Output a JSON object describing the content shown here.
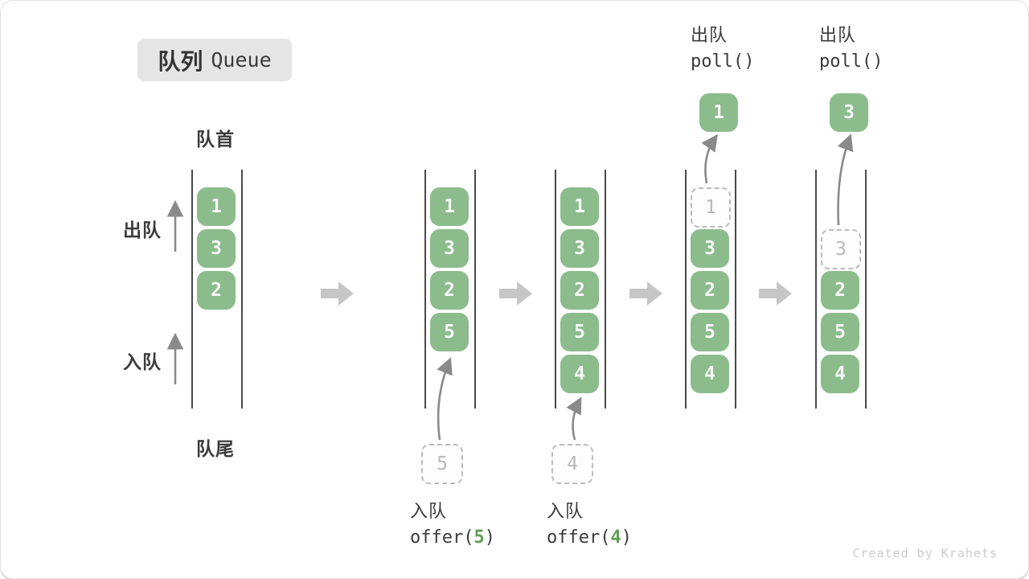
{
  "title": {
    "zh": "队列",
    "en": "Queue"
  },
  "labels": {
    "front": "队首",
    "rear": "队尾",
    "dequeue_side": "出队",
    "enqueue_side": "入队"
  },
  "operations": {
    "offer5": {
      "label": "入队",
      "code_parts": [
        "offer(",
        "5",
        ")"
      ]
    },
    "offer4": {
      "label": "入队",
      "code_parts": [
        "offer(",
        "4",
        ")"
      ]
    },
    "poll1": {
      "label": "出队",
      "code": "poll()"
    },
    "poll2": {
      "label": "出队",
      "code": "poll()"
    }
  },
  "states": [
    {
      "name": "initial",
      "blocks": [
        {
          "value": "1",
          "slot": 0
        },
        {
          "value": "3",
          "slot": 1
        },
        {
          "value": "2",
          "slot": 2
        }
      ]
    },
    {
      "name": "after-offer-5",
      "blocks": [
        {
          "value": "1",
          "slot": 0
        },
        {
          "value": "3",
          "slot": 1
        },
        {
          "value": "2",
          "slot": 2
        },
        {
          "value": "5",
          "slot": 3
        }
      ],
      "staged": {
        "value": "5"
      }
    },
    {
      "name": "after-offer-4",
      "blocks": [
        {
          "value": "1",
          "slot": 0
        },
        {
          "value": "3",
          "slot": 1
        },
        {
          "value": "2",
          "slot": 2
        },
        {
          "value": "5",
          "slot": 3
        },
        {
          "value": "4",
          "slot": 4
        }
      ],
      "staged": {
        "value": "4"
      }
    },
    {
      "name": "after-poll-1",
      "blocks": [
        {
          "value": "3",
          "slot": 1
        },
        {
          "value": "2",
          "slot": 2
        },
        {
          "value": "5",
          "slot": 3
        },
        {
          "value": "4",
          "slot": 4
        }
      ],
      "ghost": {
        "value": "1",
        "slot": 0
      },
      "removed": {
        "value": "1"
      }
    },
    {
      "name": "after-poll-3",
      "blocks": [
        {
          "value": "2",
          "slot": 2
        },
        {
          "value": "5",
          "slot": 3
        },
        {
          "value": "4",
          "slot": 4
        }
      ],
      "ghost": {
        "value": "3",
        "slot": 1
      },
      "removed": {
        "value": "3"
      }
    }
  ],
  "colors": {
    "block_green": "#8cbc8c",
    "block_text": "#f7f7f7",
    "code_number_green": "#5f9e54",
    "thin_arrow_gray": "#8a8a8a",
    "big_arrow_gray": "#c6c6c6",
    "dashed_gray": "#bdbdbd",
    "wall_gray": "#4a4a4a",
    "text_dark": "#3b3b3b",
    "badge_bg": "#e5e5e5"
  },
  "watermark": "Created by Krahets"
}
